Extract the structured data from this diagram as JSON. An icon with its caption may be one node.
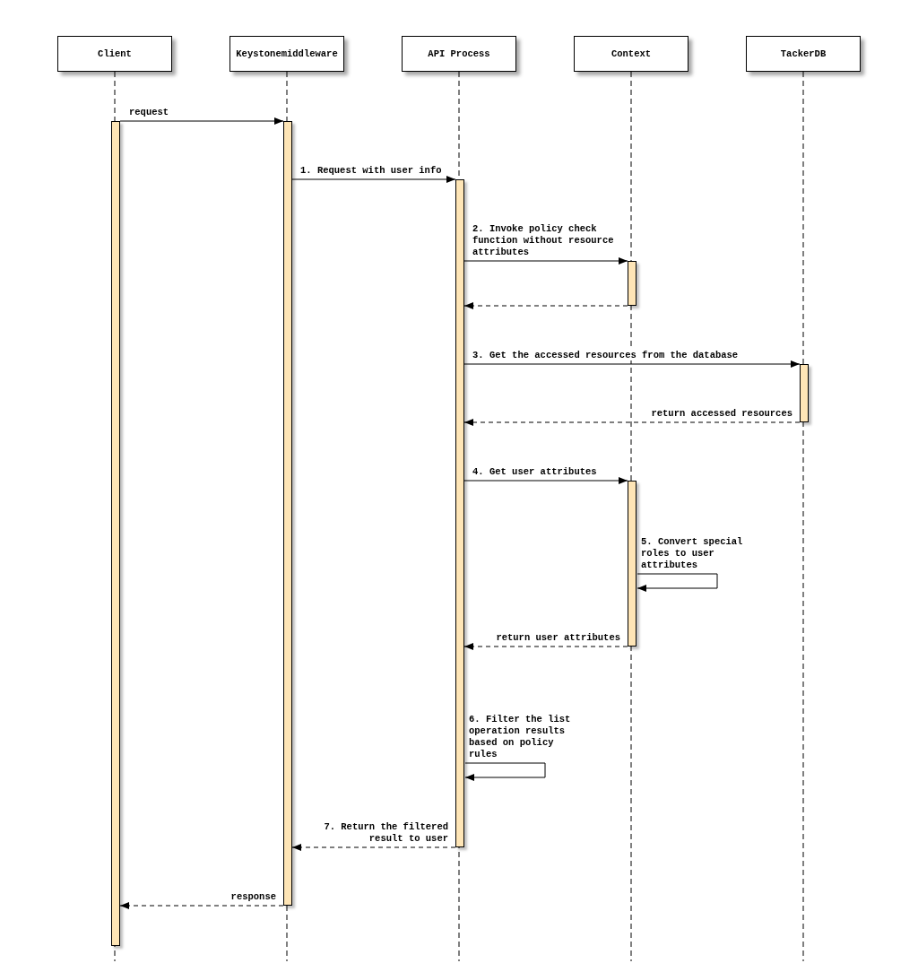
{
  "diagram": {
    "nodes": [
      {
        "text": [
          "Client"
        ]
      },
      {
        "text": [
          "Keystonemiddleware"
        ]
      },
      {
        "text": [
          "API Process"
        ]
      },
      {
        "text": [
          "Context"
        ]
      },
      {
        "text": [
          "TackerDB"
        ]
      },
      {
        "text": [],
        "shape": "bar"
      },
      {
        "text": [],
        "shape": "bar"
      },
      {
        "text": [],
        "shape": "bar"
      },
      {
        "text": [],
        "shape": "bar"
      },
      {
        "text": [],
        "shape": "bar"
      },
      {
        "text": [],
        "shape": "bar"
      }
    ],
    "edges": [
      {
        "from": 5,
        "to": 6,
        "arrow": "to",
        "label": "request"
      },
      {
        "from": 6,
        "to": 7,
        "arrow": "to",
        "label": "1. Request with user info"
      },
      {
        "from": 7,
        "to": 8,
        "arrow": "to",
        "label": "2. Invoke policy check function without resource attributes"
      },
      {
        "from": 8,
        "to": 7,
        "arrow": "to",
        "style": "dashed"
      },
      {
        "from": 7,
        "to": 10,
        "arrow": "to",
        "label": "3. Get the accessed resources from the database"
      },
      {
        "from": 10,
        "to": 7,
        "arrow": "to",
        "style": "dashed",
        "label": "return accessed resources"
      },
      {
        "from": 7,
        "to": 9,
        "arrow": "to",
        "label": "4. Get user attributes"
      },
      {
        "from": 9,
        "to": 9,
        "arrow": "to",
        "label": "5. Convert special roles to user attributes"
      },
      {
        "from": 9,
        "to": 7,
        "arrow": "to",
        "style": "dashed",
        "label": "return user attributes"
      },
      {
        "from": 7,
        "to": 7,
        "arrow": "to",
        "label": "6. Filter the list operation results based on policy rules"
      },
      {
        "from": 7,
        "to": 6,
        "arrow": "to",
        "style": "dashed",
        "label": "7. Return the filtered result to user"
      },
      {
        "from": 6,
        "to": 5,
        "arrow": "to",
        "style": "dashed",
        "label": "response"
      }
    ]
  }
}
